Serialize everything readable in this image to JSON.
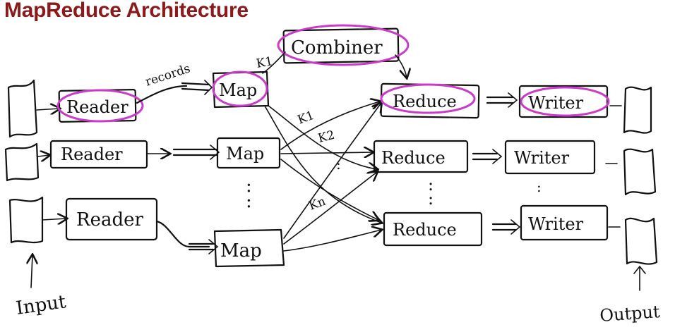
{
  "title": "MapReduce Architecture",
  "colors": {
    "title": "#8b1a1a",
    "highlight": "#c83cc8",
    "ink": "#111111"
  },
  "readers": [
    "Reader",
    "Reader",
    "Reader"
  ],
  "maps": [
    "Map",
    "Map",
    "Map"
  ],
  "reducers": [
    "Reduce",
    "Reduce",
    "Reduce"
  ],
  "writers": [
    "Writer",
    "Writer",
    "Writer"
  ],
  "combiner": "Combiner",
  "edge_labels": {
    "records": "records",
    "k1_combiner": "K1",
    "k1": "K1",
    "k2": "K2",
    "kn": "Kn"
  },
  "ellipsis": ":",
  "io": {
    "input": "Input",
    "output": "Output"
  }
}
